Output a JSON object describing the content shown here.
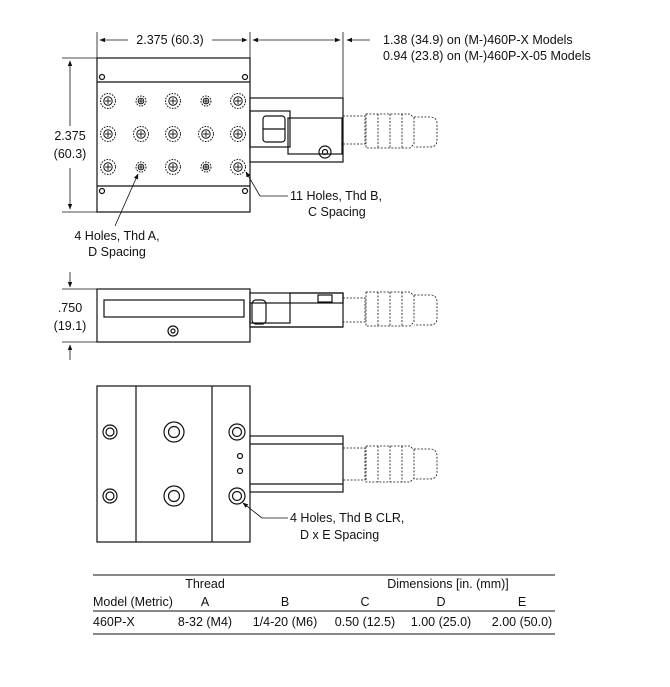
{
  "top_view": {
    "width_dim": "2.375 (60.3)",
    "height_dim_line1": "2.375",
    "height_dim_line2": "(60.3)",
    "extension_line1": "1.38 (34.9) on (M-)460P-X Models",
    "extension_line2": "0.94 (23.8) on (M-)460P-X-05 Models",
    "holes_b_line1": "11 Holes, Thd B,",
    "holes_b_line2": "C Spacing",
    "holes_a_line1": "4 Holes, Thd A,",
    "holes_a_line2": "D Spacing"
  },
  "side_view": {
    "height_dim_line1": ".750",
    "height_dim_line2": "(19.1)"
  },
  "bottom_view": {
    "holes_line1": "4 Holes, Thd B CLR,",
    "holes_line2": "D x E Spacing"
  },
  "table": {
    "group_thread": "Thread",
    "group_dimensions": "Dimensions [in. (mm)]",
    "headers": [
      "Model (Metric)",
      "A",
      "B",
      "C",
      "D",
      "E"
    ],
    "rows": [
      [
        "460P-X",
        "8-32 (M4)",
        "1/4-20 (M6)",
        "0.50 (12.5)",
        "1.00 (25.0)",
        "2.00 (50.0)"
      ]
    ]
  }
}
